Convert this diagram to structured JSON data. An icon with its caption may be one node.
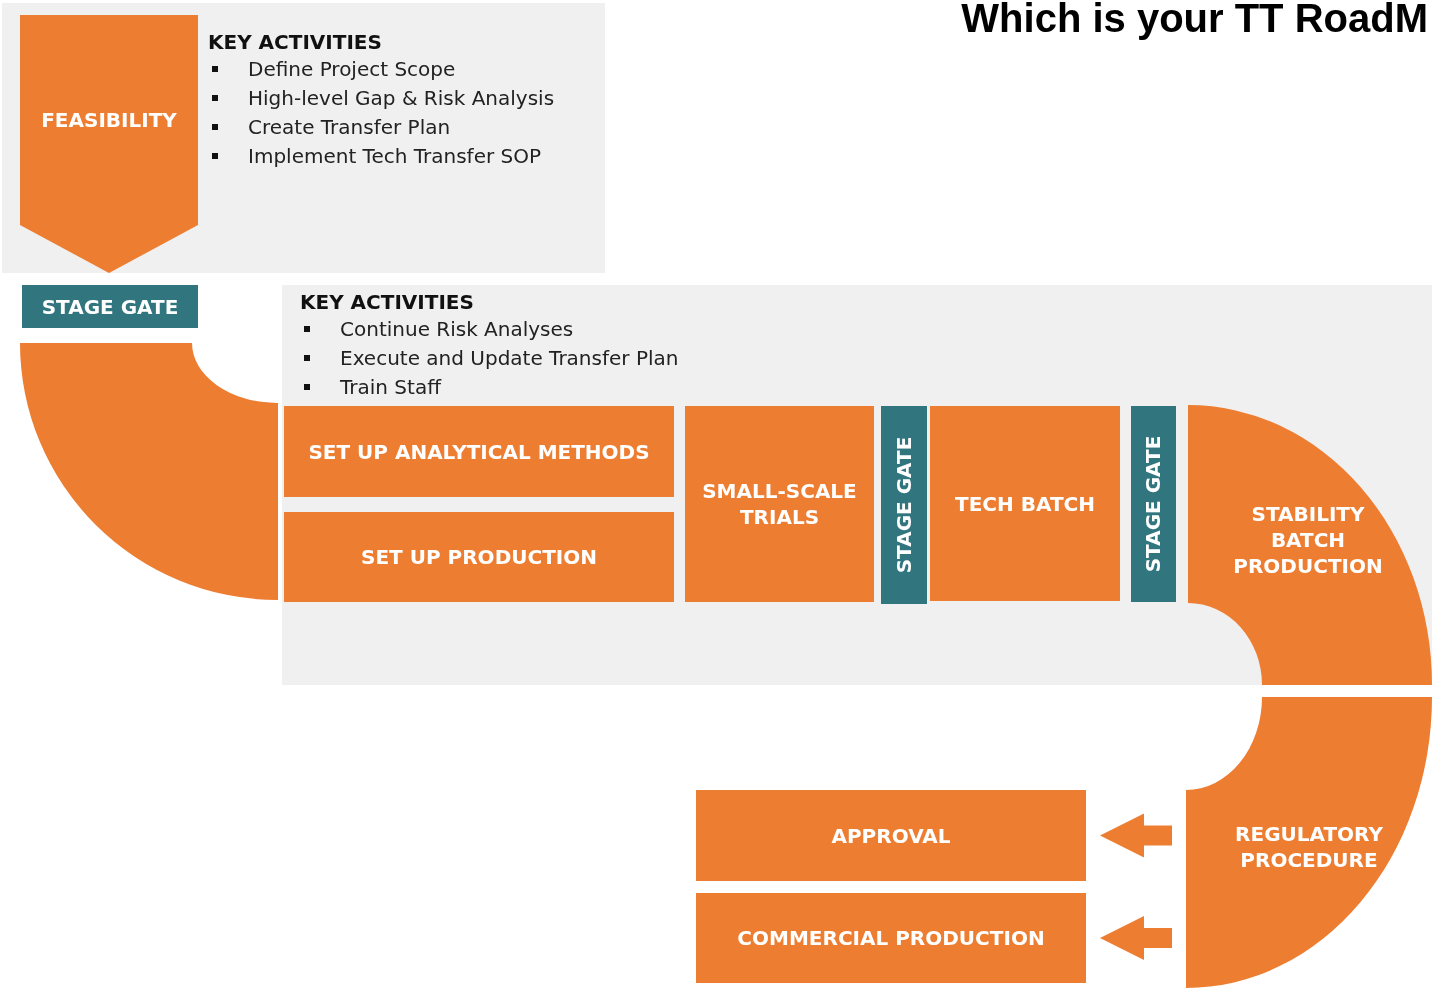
{
  "diagram": {
    "title": "Which is your TT RoadM",
    "nodes": [
      {
        "text": [
          "KEY ACTIVITIES",
          "Define Project Scope",
          "High-level Gap & Risk Analysis",
          "Create Transfer Plan",
          "Implement Tech Transfer SOP"
        ]
      },
      {
        "text": [
          "FEASIBILITY"
        ],
        "in": 0
      },
      {
        "text": [
          "STAGE GATE"
        ]
      },
      {
        "text": [],
        "shape": "band"
      },
      {
        "text": [
          "KEY ACTIVITIES",
          "Continue Risk Analyses",
          "Execute and Update Transfer Plan",
          "Train Staff"
        ]
      },
      {
        "text": [
          "SET UP ANALYTICAL METHODS"
        ],
        "in": 4
      },
      {
        "text": [
          "SET UP PRODUCTION"
        ],
        "in": 4
      },
      {
        "text": [
          "SMALL-SCALE TRIALS"
        ],
        "in": 4
      },
      {
        "text": [
          "STAGE GATE"
        ],
        "in": 4
      },
      {
        "text": [
          "TECH BATCH"
        ],
        "in": 4
      },
      {
        "text": [
          "STAGE GATE"
        ],
        "in": 4
      },
      {
        "text": [
          "STABILITY BATCH PRODUCTION"
        ],
        "in": 4
      },
      {
        "text": [
          "REGULATORY PROCEDURE"
        ]
      },
      {
        "text": [
          "APPROVAL"
        ]
      },
      {
        "text": [
          "COMMERCIAL PRODUCTION"
        ]
      }
    ],
    "edges": [
      {
        "from": 12,
        "to": 13,
        "arrow": "to"
      },
      {
        "from": 12,
        "to": 14,
        "arrow": "to"
      }
    ]
  }
}
